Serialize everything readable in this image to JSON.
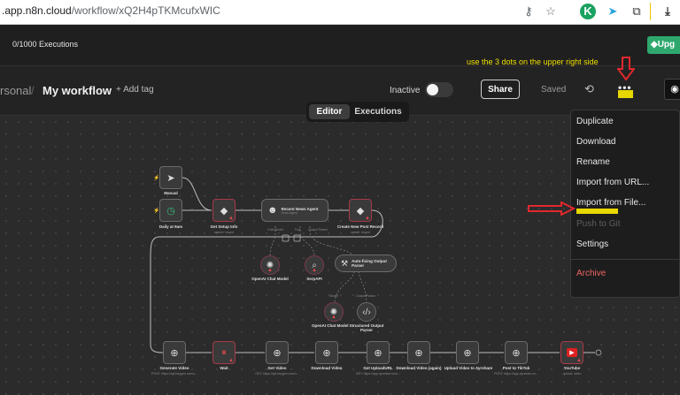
{
  "browser": {
    "url_domain": ".app.n8n.cloud",
    "url_path": "/workflow/xQ2H4pTKMcufxWIC"
  },
  "topbar": {
    "executions": "0/1000 Executions",
    "upgrade_label": "Upg"
  },
  "header": {
    "breadcrumb_parent": "rsonal",
    "breadcrumb_sep": "/",
    "workflow_name": "My workflow",
    "add_tag": "+ Add tag",
    "status": "Inactive",
    "share": "Share",
    "saved": "Saved",
    "more": "•••"
  },
  "tabs": {
    "editor": "Editor",
    "executions": "Executions"
  },
  "annotation": "use the 3 dots on the upper right side",
  "menu": {
    "items": [
      {
        "label": "Duplicate"
      },
      {
        "label": "Download"
      },
      {
        "label": "Rename"
      },
      {
        "label": "Import from URL..."
      },
      {
        "label": "Import from File..."
      },
      {
        "label": "Push to Git"
      },
      {
        "label": "Settings"
      },
      {
        "label": "Archive"
      }
    ]
  },
  "nodes": {
    "manual": {
      "label": "Manual"
    },
    "daily": {
      "label": "Daily at 9am"
    },
    "setup": {
      "label": "Get Setup Info",
      "sub": "search: record"
    },
    "agent": {
      "label": "Recent News Agent",
      "sub": "Tools Agent"
    },
    "create": {
      "label": "Create New Post Record",
      "sub": "create: record"
    },
    "openai1": {
      "label": "OpenAI Chat Model"
    },
    "serp": {
      "label": "SerpAPI"
    },
    "autofix": {
      "label": "Auto-fixing Output Parser"
    },
    "openai2": {
      "label": "OpenAI Chat Model"
    },
    "structured": {
      "label": "Structured Output Parser"
    },
    "genvideo": {
      "label": "Generate Video",
      "sub": "POST: https://api.heygen.com/v..."
    },
    "wait": {
      "label": "Wait"
    },
    "getvideo": {
      "label": "Get Video",
      "sub": "GET: https://api.heygen.com/v..."
    },
    "download": {
      "label": "Download Video"
    },
    "uploadurl": {
      "label": "Get UploadURL",
      "sub": "GET: https://app.ayrshare.com..."
    },
    "download2": {
      "label": "Download Video (again)"
    },
    "uploadayr": {
      "label": "Upload Video to Ayrshare"
    },
    "tiktok": {
      "label": "Post to TikTok",
      "sub": "POST: https://app.ayrshare.co..."
    },
    "youtube": {
      "label": "YouTube",
      "sub": "upload: video"
    }
  },
  "ports": {
    "chat_model": "Chat Model",
    "tool": "Tool",
    "output_parser": "Output Parser",
    "model": "Model"
  },
  "colors": {
    "annotation": "#f0e000",
    "arrow": "#e0282d",
    "upgrade": "#2fa86e",
    "archive": "#f06262"
  }
}
